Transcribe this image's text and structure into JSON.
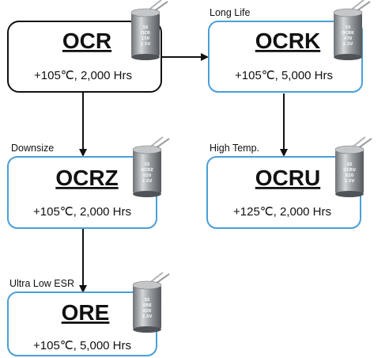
{
  "boxes": {
    "ocr": {
      "title": "OCR",
      "spec": "+105℃, 2,000 Hrs"
    },
    "ocrk": {
      "title": "OCRK",
      "spec": "+105℃, 5,000 Hrs"
    },
    "ocrz": {
      "title": "OCRZ",
      "spec": "+105℃, 2,000 Hrs"
    },
    "ocru": {
      "title": "OCRU",
      "spec": "+125℃, 2,000 Hrs"
    },
    "ore": {
      "title": "ORE",
      "spec": "+105℃, 5,000 Hrs"
    }
  },
  "tags": {
    "long_life": "Long Life",
    "downsize": "Downsize",
    "high_temp": "High Temp.",
    "ultra_low_esr": "Ultra Low ESR"
  },
  "capacitor_labels": {
    "ocr": [
      "SS",
      "OCR",
      "150",
      "2.5V"
    ],
    "ocrk": [
      "SS",
      "OCRK",
      "470",
      "6.3V"
    ],
    "ocrz": [
      "SS",
      "OCRZ",
      "820",
      "2.5V"
    ],
    "ocru": [
      "SS",
      "OCRU",
      "820",
      "2.5V"
    ],
    "ore": [
      "SS",
      "ORE",
      "820",
      "2.5V"
    ]
  },
  "colors": {
    "root_border": "#111111",
    "child_border": "#4a9fd8",
    "arrow": "#111111"
  }
}
